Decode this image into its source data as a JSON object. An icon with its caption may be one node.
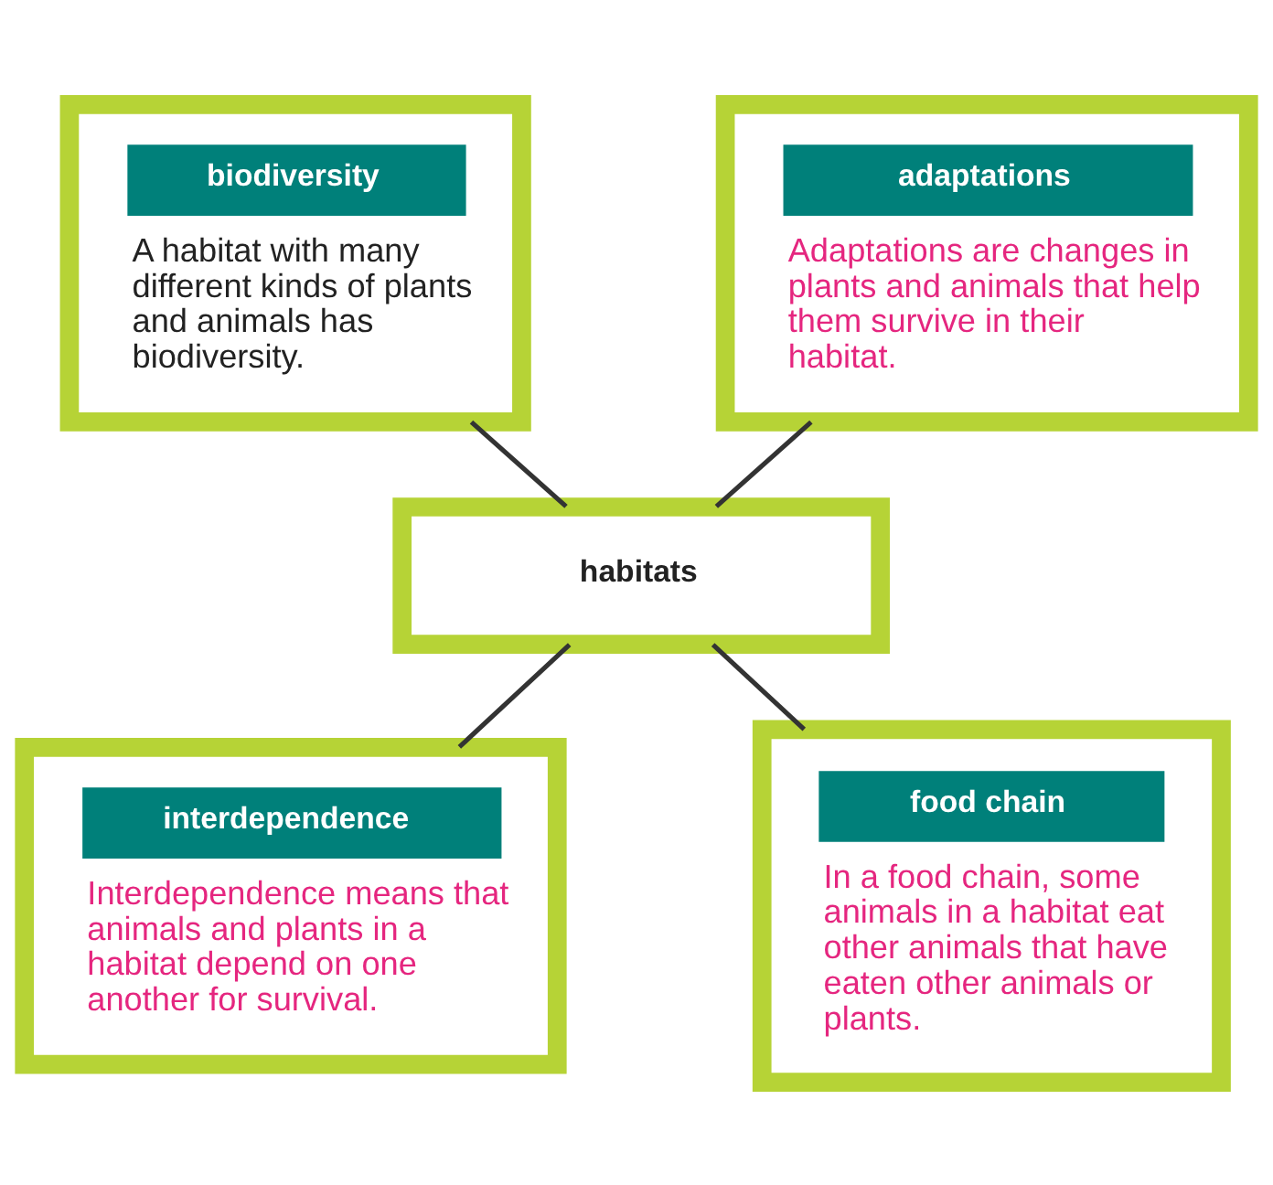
{
  "diagram": {
    "nodes": [
      {
        "text": [
          "biodiversity",
          "A habitat with many different kinds of plants and animals has biodiversity."
        ]
      },
      {
        "text": [
          "adaptations",
          "Adaptations are changes in plants and animals that help them survive in their habitat."
        ]
      },
      {
        "text": [
          "habitats"
        ]
      },
      {
        "text": [
          "interdependence",
          "Interdependence means that animals and plants in a habitat depend on one another for survival."
        ]
      },
      {
        "text": [
          "food chain",
          "In a food chain, some animals in a habitat eat other animals that have eaten other animals or plants."
        ]
      }
    ],
    "edges": [
      {
        "from": 0,
        "to": 2,
        "arrow": "none"
      },
      {
        "from": 1,
        "to": 2,
        "arrow": "none"
      },
      {
        "from": 2,
        "to": 3,
        "arrow": "none"
      },
      {
        "from": 2,
        "to": 4,
        "arrow": "none"
      }
    ]
  }
}
